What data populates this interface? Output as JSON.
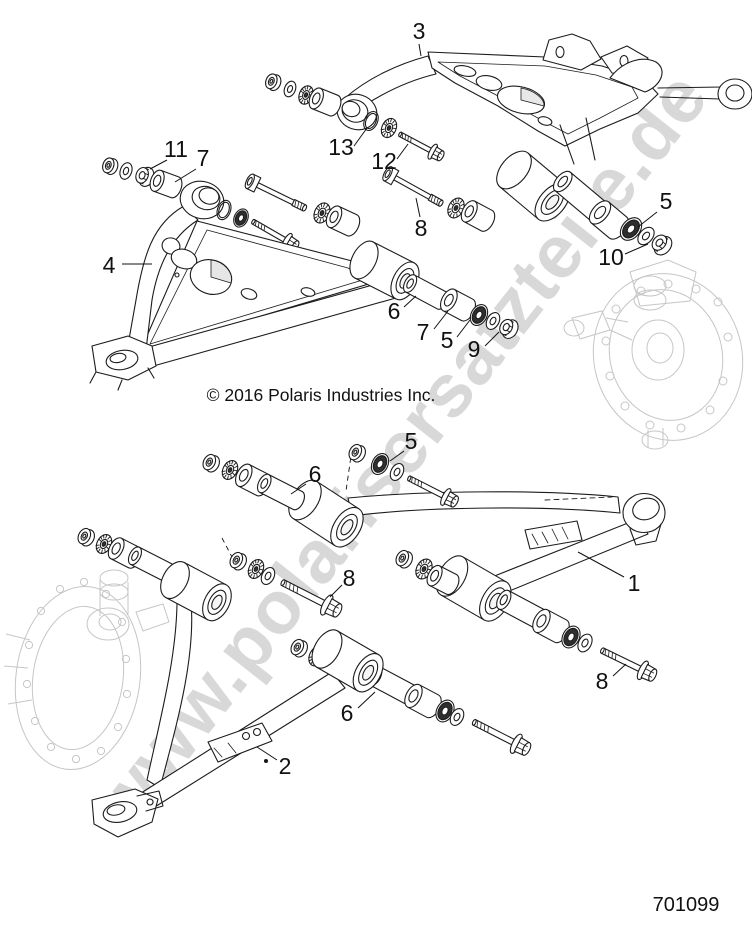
{
  "figure": {
    "watermark": "www.polarisersatzteile.de",
    "copyright": "© 2016 Polaris Industries Inc.",
    "part_number": "701099"
  },
  "callouts": {
    "n1": "1",
    "n2": "2",
    "n3": "3",
    "n4": "4",
    "n5": "5",
    "n6": "6",
    "n7": "7",
    "n8": "8",
    "n9": "9",
    "n10": "10",
    "n11": "11",
    "n12": "12",
    "n13": "13"
  }
}
